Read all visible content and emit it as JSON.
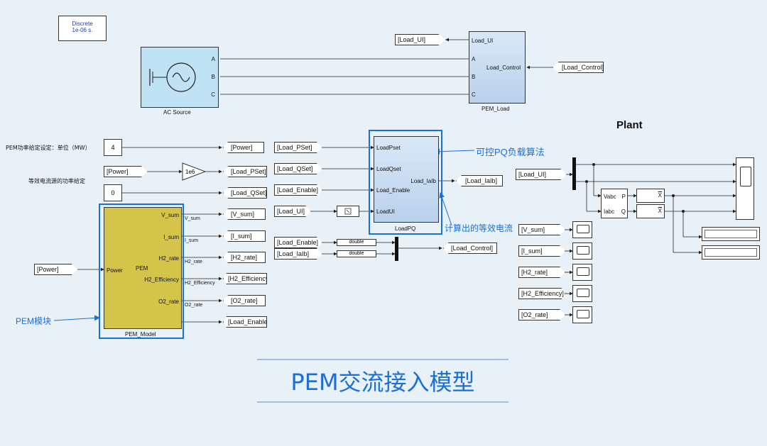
{
  "solver": {
    "line1": "Discrete",
    "line2": "1e-06 s."
  },
  "ac_source": {
    "label": "AC Source",
    "ports": [
      "A",
      "B",
      "C"
    ]
  },
  "pem_load": {
    "label": "PEM_Load",
    "in_ports": [
      "Load_UI",
      "A",
      "B",
      "C"
    ],
    "out_port": "Load_Control"
  },
  "tags_top": {
    "load_ui_goto": "[Load_UI]",
    "load_control_from": "[Load_Control]"
  },
  "plant_title": "Plant",
  "left_notes": {
    "power_note": "PEM功率给定设定：单位（MW）",
    "equiv_note": "等效电流源的功率给定"
  },
  "constants": {
    "power": "4",
    "qset": "0"
  },
  "gain": {
    "value": "1e6"
  },
  "left_tags": {
    "power_goto": "[Power]",
    "power_from": "[Power]",
    "load_pset_goto": "[Load_PSet]",
    "load_qset_goto": "[Load_QSet]",
    "power_from2": "[Power]"
  },
  "pem_model": {
    "label": "PEM_Model",
    "center": "PEM",
    "in_port": "Power",
    "out_ports": [
      "V_sum",
      "I_sum",
      "H2_rate",
      "H2_Efficiency",
      "O2_rate"
    ],
    "signal_labels": [
      "V_sum",
      "I_sum",
      "H2_rate",
      "H2_Efficiency",
      "O2_rate"
    ]
  },
  "pem_goto": [
    "[V_sum]",
    "[I_sum]",
    "[H2_rate]",
    "[H2_Efficiency]",
    "[O2_rate]",
    "[Load_Enable]"
  ],
  "loadpq": {
    "label": "LoadPQ",
    "in_ports": [
      "LoadPset",
      "LoadQset",
      "Load_Enable",
      "LoadUI"
    ],
    "out_port": "Load_IaIb"
  },
  "loadpq_from": [
    "[Load_PSet]",
    "[Load_QSet]",
    "[Load_Enable]",
    "[Load_UI]"
  ],
  "loadpq_goto": "[Load_IaIb]",
  "convert": {
    "from1": "[Load_Enable]",
    "from2": "[Load_IaIb]",
    "type1": "double",
    "type2": "double",
    "goto": "[Load_Control]"
  },
  "plant": {
    "from": "[Load_UI]",
    "pq_ports_in": [
      "Vabc",
      "Iabc"
    ],
    "pq_ports_out": [
      "P",
      "Q"
    ],
    "x_labels": [
      "X",
      "X"
    ]
  },
  "scope_from": [
    "[V_sum]",
    "[I_sum]",
    "[H2_rate]",
    "[H2_Efficiency]",
    "[O2_rate]"
  ],
  "annotations": {
    "pq_algo": "可控PQ负载算法",
    "equiv_current": "计算出的等效电流",
    "pem_module": "PEM模块"
  },
  "banner_title": "PEM交流接入模型",
  "colors": {
    "accent": "#1a6fd8",
    "pem_block": "#d4c44a",
    "subsystem": "#c6dcf2",
    "ac_source": "#bfe3f5"
  }
}
